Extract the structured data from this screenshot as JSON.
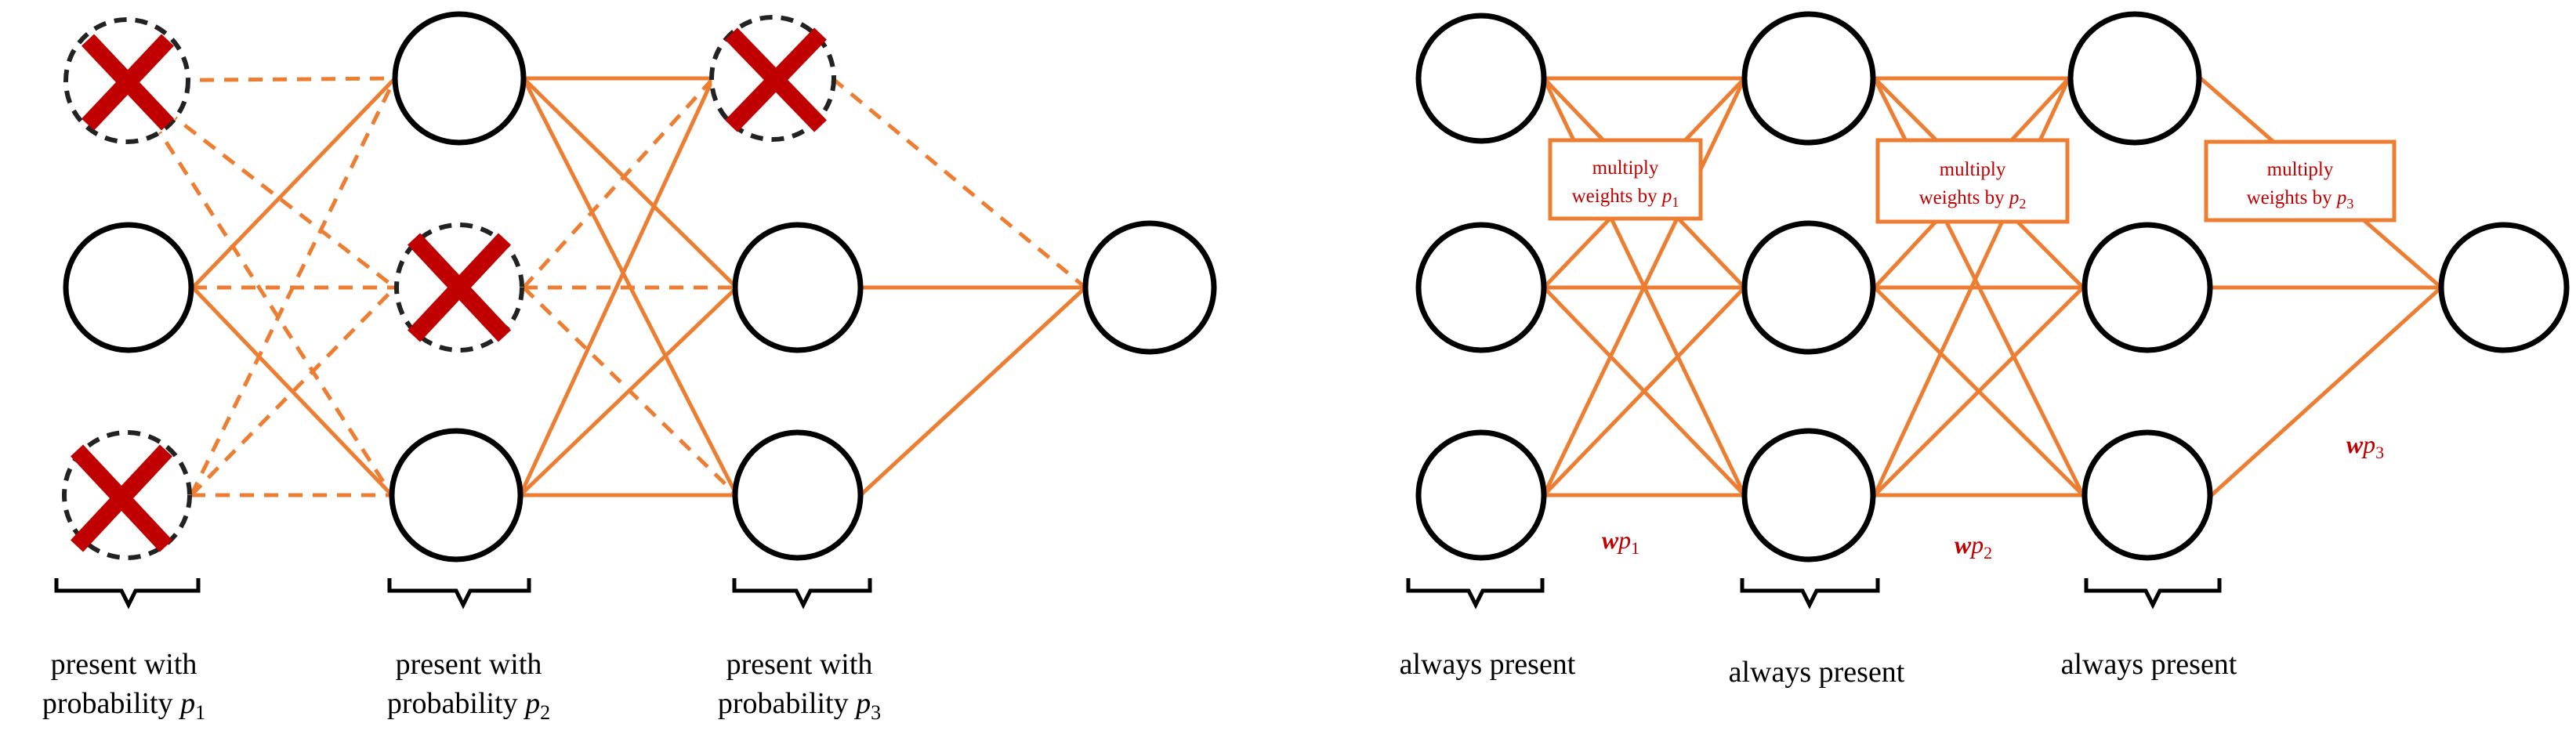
{
  "left_panel": {
    "layer_labels": [
      {
        "line1": "present with",
        "line2": "probability ",
        "var": "p",
        "sub": "1"
      },
      {
        "line1": "present with",
        "line2": "probability ",
        "var": "p",
        "sub": "2"
      },
      {
        "line1": "present with",
        "line2": "probability ",
        "var": "p",
        "sub": "3"
      }
    ]
  },
  "right_panel": {
    "layer_labels": [
      "always present",
      "always present",
      "always present"
    ],
    "multiply_boxes": [
      {
        "line1": "multiply",
        "line2": "weights by ",
        "var": "p",
        "sub": "1"
      },
      {
        "line1": "multiply",
        "line2": "weights by ",
        "var": "p",
        "sub": "2"
      },
      {
        "line1": "multiply",
        "line2": "weights by ",
        "var": "p",
        "sub": "3"
      }
    ],
    "weight_labels": [
      {
        "w": "w",
        "p": "p",
        "sub": "1"
      },
      {
        "w": "w",
        "p": "p",
        "sub": "2"
      },
      {
        "w": "w",
        "p": "p",
        "sub": "3"
      }
    ]
  },
  "colors": {
    "edge": "#ed7d31",
    "cross": "#c00000",
    "node_stroke": "#000000",
    "annotation_text": "#c00000"
  }
}
